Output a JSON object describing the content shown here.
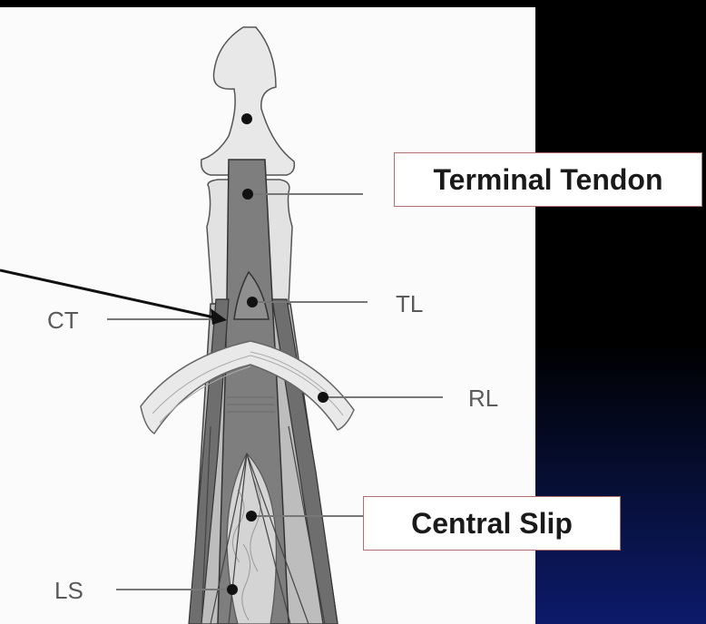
{
  "labels": {
    "terminal_tendon": "Terminal Tendon",
    "tl": "TL",
    "ct": "CT",
    "rl": "RL",
    "central_slip": "Central Slip",
    "ls": "LS"
  }
}
